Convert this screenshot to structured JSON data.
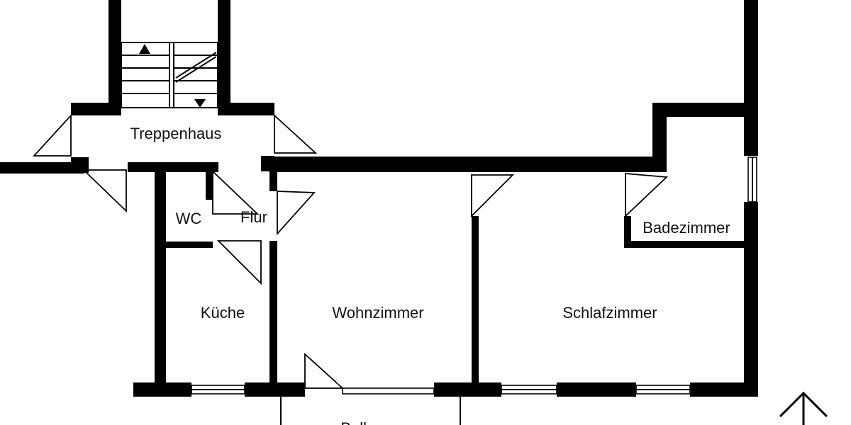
{
  "plan": {
    "rooms": {
      "stairwell": "Treppenhaus",
      "wc": "WC",
      "hallway": "Flur",
      "kitchen": "Küche",
      "living": "Wohnzimmer",
      "bedroom": "Schlafzimmer",
      "bathroom": "Badezimmer",
      "balcony": "Balkon"
    },
    "north_arrow_icon": "north-arrow-icon"
  }
}
